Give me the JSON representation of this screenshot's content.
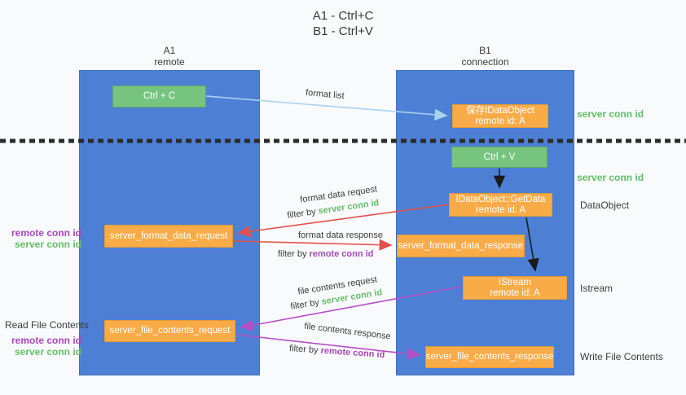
{
  "title": {
    "line1": "A1 - Ctrl+C",
    "line2": "B1 - Ctrl+V"
  },
  "lanes": {
    "left": {
      "name": "A1",
      "role": "remote"
    },
    "right": {
      "name": "B1",
      "role": "connection"
    }
  },
  "nodes": {
    "ctrl_c": {
      "label": "Ctrl + C"
    },
    "save_idataobject": {
      "line1": "保存IDataObject",
      "line2": "remote id: A"
    },
    "ctrl_v": {
      "label": "Ctrl + V"
    },
    "getdata": {
      "line1": "IDataObject::GetData",
      "line2": "remote id: A"
    },
    "istream": {
      "line1": "IStream",
      "line2": "remote id: A"
    },
    "format_request": {
      "label": "server_format_data_request"
    },
    "format_response": {
      "label": "server_format_data_response"
    },
    "file_request": {
      "label": "server_file_contents_request"
    },
    "file_response": {
      "label": "server_file_contents_response"
    }
  },
  "arrow_labels": {
    "format_list": "format list",
    "format_data_request": "format data request",
    "format_data_response": "format data response",
    "file_contents_request": "file contents request",
    "file_contents_response": "file contents response",
    "filter_by": "filter by",
    "server_conn_id": "server conn id",
    "remote_conn_id": "remote conn id"
  },
  "side_labels": {
    "server_conn_id_top": "server conn id",
    "server_conn_id_mid": "server conn id",
    "data_object": "DataObject",
    "istream": "Istream",
    "write_file_contents": "Write File Contents",
    "read_file_contents": "Read File Contents",
    "remote_conn_id": "remote conn id",
    "server_conn_id": "server conn id"
  },
  "colors": {
    "lane_blue": "#4d80d5",
    "node_green": "#77c47e",
    "node_orange": "#f9ab48",
    "arrow_red": "#e0524d",
    "arrow_purple": "#b44fc4",
    "arrow_lightblue": "#a9d2ee",
    "arrow_black": "#1a1a1a",
    "text_green": "#63bd68",
    "text_purple": "#a846b8",
    "background": "#f9fafb"
  }
}
